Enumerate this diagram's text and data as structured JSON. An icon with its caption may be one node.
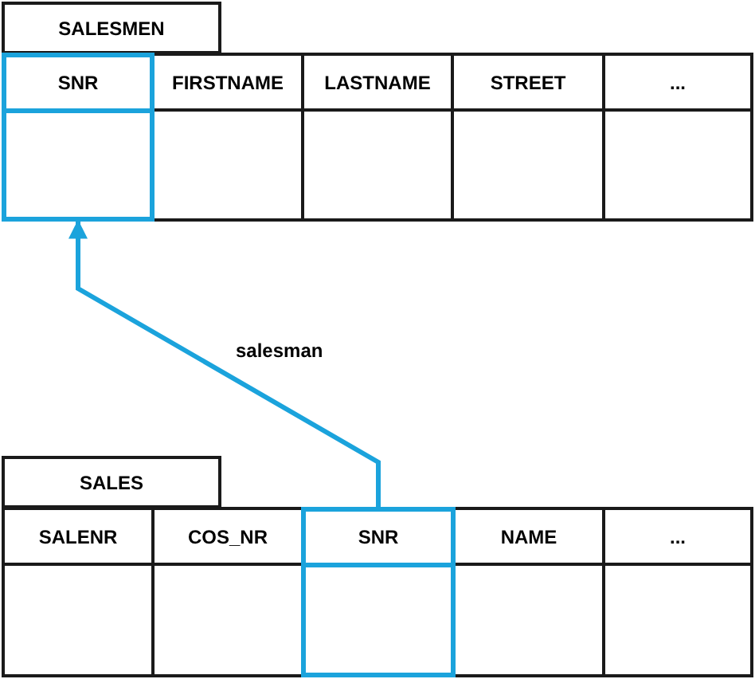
{
  "diagram": {
    "nodes": [
      {
        "text": [
          "SALESMEN"
        ]
      },
      {
        "text": [
          "SNR"
        ]
      },
      {
        "text": [
          "FIRSTNAME"
        ]
      },
      {
        "text": [
          "LASTNAME"
        ]
      },
      {
        "text": [
          "STREET"
        ]
      },
      {
        "text": [
          "..."
        ]
      },
      {
        "text": [
          "SALES"
        ]
      },
      {
        "text": [
          "SALENR"
        ]
      },
      {
        "text": [
          "COS_NR"
        ]
      },
      {
        "text": [
          "SNR"
        ]
      },
      {
        "text": [
          "NAME"
        ]
      },
      {
        "text": [
          "..."
        ]
      }
    ],
    "edges": [
      {
        "from": 9,
        "to": 1,
        "arrow": "to",
        "label": "salesman",
        "color": "#1ba3dc"
      }
    ]
  }
}
